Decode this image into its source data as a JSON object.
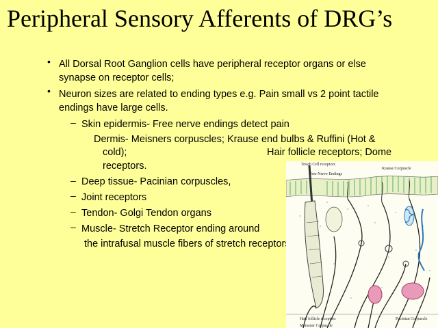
{
  "slide": {
    "title": "Peripheral Sensory Afferents of DRG’s",
    "bullets": [
      {
        "line1": "All Dorsal Root Ganglion cells have peripheral receptor organs or else",
        "line2": "synapse on  receptor cells;"
      },
      {
        "line1": "Neuron sizes are related to ending types e.g. Pain small vs 2 point tactile",
        "line2": "endings have large cells."
      }
    ],
    "sub_items": {
      "skin": "Skin epidermis-  Free nerve endings detect pain",
      "dermis_line1": "Dermis- Meisners corpuscles; Krause end bulbs & Ruffini (Hot &",
      "dermis_line2": "cold);",
      "dermis_line2_right": "Hair follicle receptors; Dome",
      "dermis_line3": "receptors.",
      "deep": "Deep tissue- Pacinian corpuscles,",
      "joint": "Joint receptors",
      "tendon": "Tendon- Golgi Tendon organs",
      "muscle_line1": "Muscle- Stretch Receptor ending around",
      "muscle_line2": "the intrafusal muscle fibers of stretch receptors"
    },
    "figure": {
      "labels": {
        "touch_cell": "Touch Cell receptors",
        "free_nerve": "Free Nerve Endings",
        "krause": "Krause Corpuscle",
        "hair_follicle": "Hair follicle receptors",
        "meissner": "Meissner Corpuscle",
        "pacinian": "Pacinian Corpuscle"
      }
    },
    "colors": {
      "background": "#ffff99",
      "text": "#000000"
    }
  }
}
